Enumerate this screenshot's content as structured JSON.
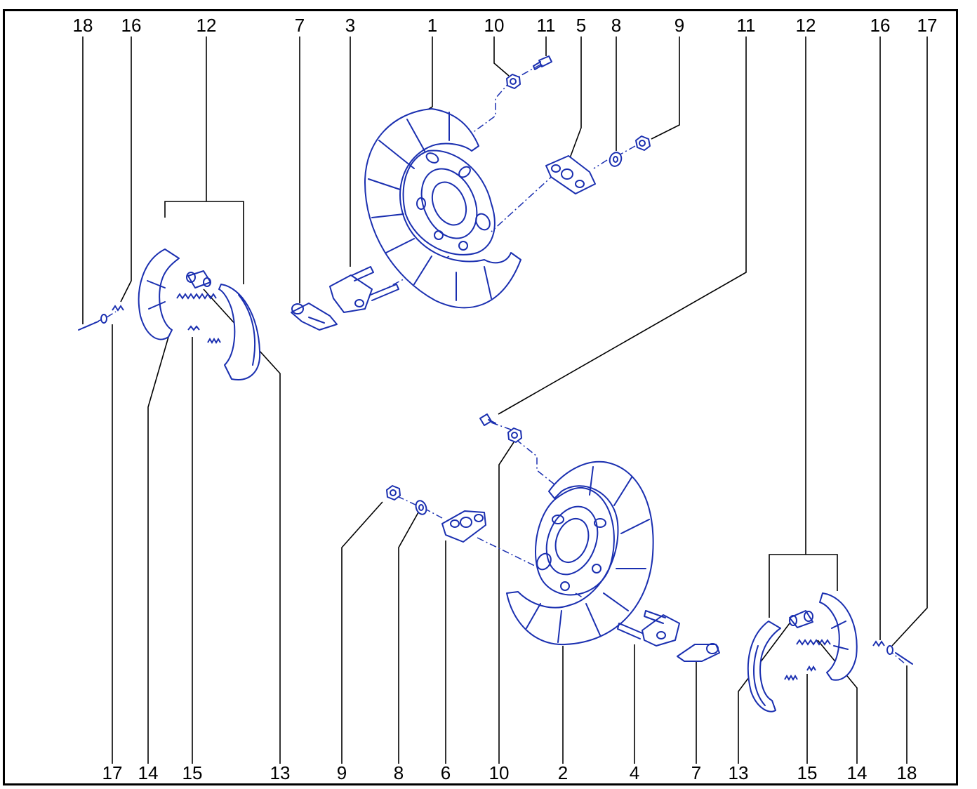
{
  "labels": {
    "top": [
      "18",
      "16",
      "12",
      "7",
      "3",
      "1",
      "10",
      "11",
      "5",
      "8",
      "9",
      "11",
      "12",
      "16",
      "17"
    ],
    "bottom": [
      "17",
      "14",
      "15",
      "13",
      "9",
      "8",
      "6",
      "10",
      "2",
      "4",
      "7",
      "13",
      "15",
      "14",
      "18"
    ]
  },
  "colors": {
    "parts": "#1a2fb0",
    "leaders": "#000000",
    "frame": "#000000"
  }
}
